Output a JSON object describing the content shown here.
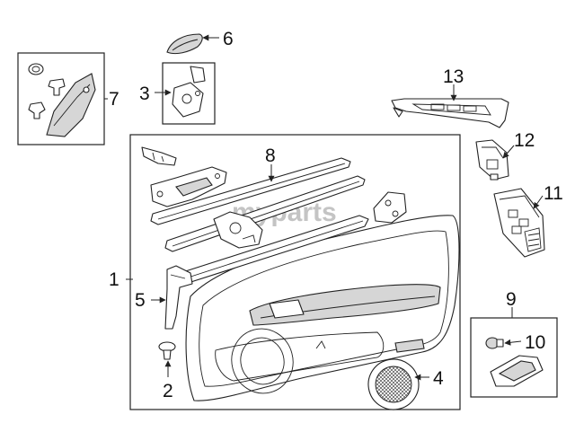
{
  "watermark": "myparts",
  "callouts": [
    {
      "id": "1",
      "label": "1"
    },
    {
      "id": "2",
      "label": "2"
    },
    {
      "id": "3",
      "label": "3"
    },
    {
      "id": "4",
      "label": "4"
    },
    {
      "id": "5",
      "label": "5"
    },
    {
      "id": "6",
      "label": "6"
    },
    {
      "id": "7",
      "label": "7"
    },
    {
      "id": "8",
      "label": "8"
    },
    {
      "id": "9",
      "label": "9"
    },
    {
      "id": "10",
      "label": "10"
    },
    {
      "id": "11",
      "label": "11"
    },
    {
      "id": "12",
      "label": "12"
    },
    {
      "id": "13",
      "label": "13"
    }
  ]
}
